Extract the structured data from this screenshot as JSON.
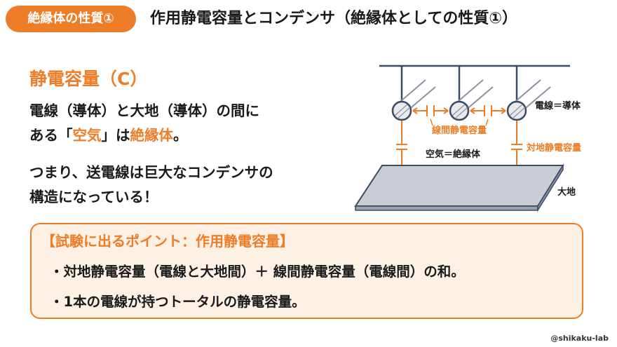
{
  "header": {
    "badge": "絶縁体の性質①",
    "title": "作用静電容量とコンデンサ（絶縁体としての性質①）"
  },
  "intro": {
    "heading": "静電容量（C）",
    "line1": "電線（導体）と大地（導体）の間に",
    "line2_a": "ある「",
    "line2_hl1": "空気",
    "line2_b": "」は",
    "line2_hl2": "絶縁体",
    "line2_c": "。",
    "line3": "つまり、送電線は巨大なコンデンサの",
    "line4": "構造になっている！"
  },
  "diagram": {
    "conductor_label": "電線＝導体",
    "line_cap_label": "線間静電容量",
    "ground_cap_label": "対地静電容量",
    "air_label": "空気＝絶縁体",
    "ground_label": "大地"
  },
  "point": {
    "title": "【試験に出るポイント：作用静電容量】",
    "bullet1": "・対地静電容量（電線と大地間）＋ 線間静電容量（電線間）の和。",
    "bullet2": "・1本の電線が持つトータルの静電容量。"
  },
  "footer": {
    "credit": "@shikaku-lab"
  },
  "colors": {
    "accent": "#ee7d28",
    "box_bg": "#fdf0e4",
    "ground": "#c9cdd4",
    "wire": "#3c4a63"
  }
}
